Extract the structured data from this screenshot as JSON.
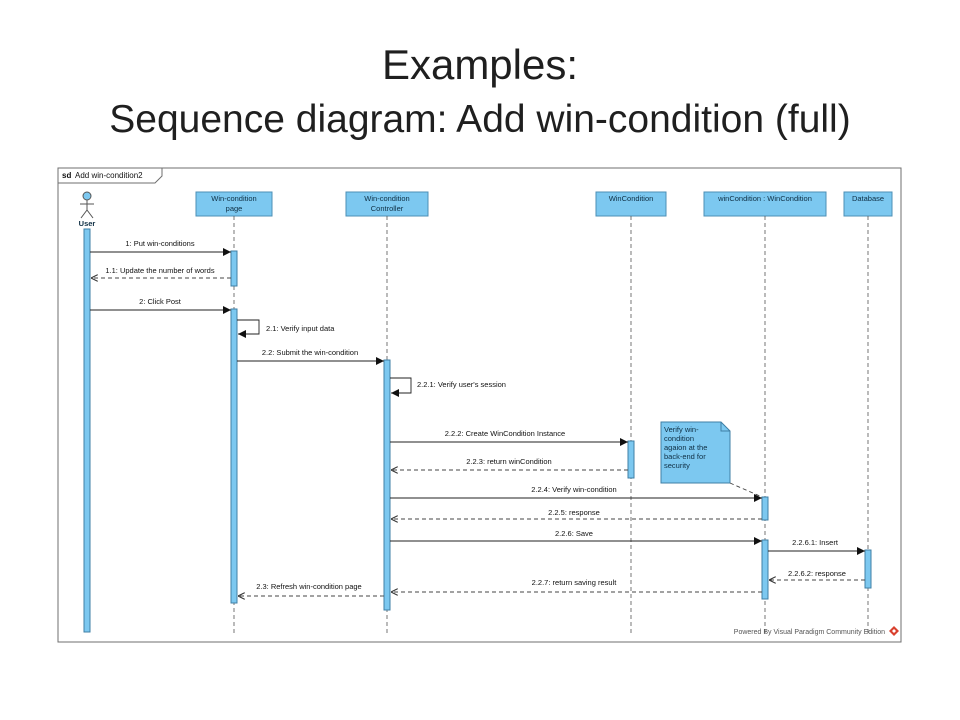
{
  "slide": {
    "title": "Examples:",
    "subtitle": "Sequence diagram: Add win-condition (full)"
  },
  "frame": {
    "kind": "sd",
    "name": "Add win-condition2"
  },
  "actor": {
    "label": "User"
  },
  "lifelines": [
    {
      "id": "page",
      "lines": [
        "Win-condition",
        "page"
      ]
    },
    {
      "id": "ctrl",
      "lines": [
        "Win-condition",
        "Controller"
      ]
    },
    {
      "id": "wc",
      "lines": [
        "WinCondition"
      ]
    },
    {
      "id": "inst",
      "lines": [
        "winCondition : WinCondition"
      ]
    },
    {
      "id": "db",
      "lines": [
        "Database"
      ]
    }
  ],
  "messages": [
    {
      "id": "m1",
      "label": "1: Put win-conditions",
      "from": "user",
      "to": "page",
      "kind": "sync"
    },
    {
      "id": "m11",
      "label": "1.1: Update the number of words",
      "from": "page",
      "to": "user",
      "kind": "return"
    },
    {
      "id": "m2",
      "label": "2: Click Post",
      "from": "user",
      "to": "page",
      "kind": "sync"
    },
    {
      "id": "m21",
      "label": "2.1: Verify input data",
      "from": "page",
      "to": "page",
      "kind": "self"
    },
    {
      "id": "m22",
      "label": "2.2: Submit the win-condition",
      "from": "page",
      "to": "ctrl",
      "kind": "sync"
    },
    {
      "id": "m221",
      "label": "2.2.1: Verify user's session",
      "from": "ctrl",
      "to": "ctrl",
      "kind": "self"
    },
    {
      "id": "m222",
      "label": "2.2.2: Create WinCondition Instance",
      "from": "ctrl",
      "to": "wc",
      "kind": "sync"
    },
    {
      "id": "m223",
      "label": "2.2.3: return winCondition",
      "from": "wc",
      "to": "ctrl",
      "kind": "return"
    },
    {
      "id": "m224",
      "label": "2.2.4: Verify win-condition",
      "from": "ctrl",
      "to": "inst",
      "kind": "sync"
    },
    {
      "id": "m225",
      "label": "2.2.5: response",
      "from": "inst",
      "to": "ctrl",
      "kind": "return"
    },
    {
      "id": "m226",
      "label": "2.2.6: Save",
      "from": "ctrl",
      "to": "inst",
      "kind": "sync"
    },
    {
      "id": "m2261",
      "label": "2.2.6.1: Insert",
      "from": "inst",
      "to": "db",
      "kind": "sync"
    },
    {
      "id": "m2262",
      "label": "2.2.6.2: response",
      "from": "db",
      "to": "inst",
      "kind": "return"
    },
    {
      "id": "m227",
      "label": "2.2.7: return saving result",
      "from": "inst",
      "to": "ctrl",
      "kind": "return"
    },
    {
      "id": "m23",
      "label": "2.3: Refresh win-condition page",
      "from": "ctrl",
      "to": "page",
      "kind": "return"
    }
  ],
  "note": {
    "lines": [
      "Verify win-",
      "condition",
      "agaion at the",
      "back-end for",
      "security"
    ]
  },
  "footer": "Powered By Visual Paradigm Community Edition"
}
